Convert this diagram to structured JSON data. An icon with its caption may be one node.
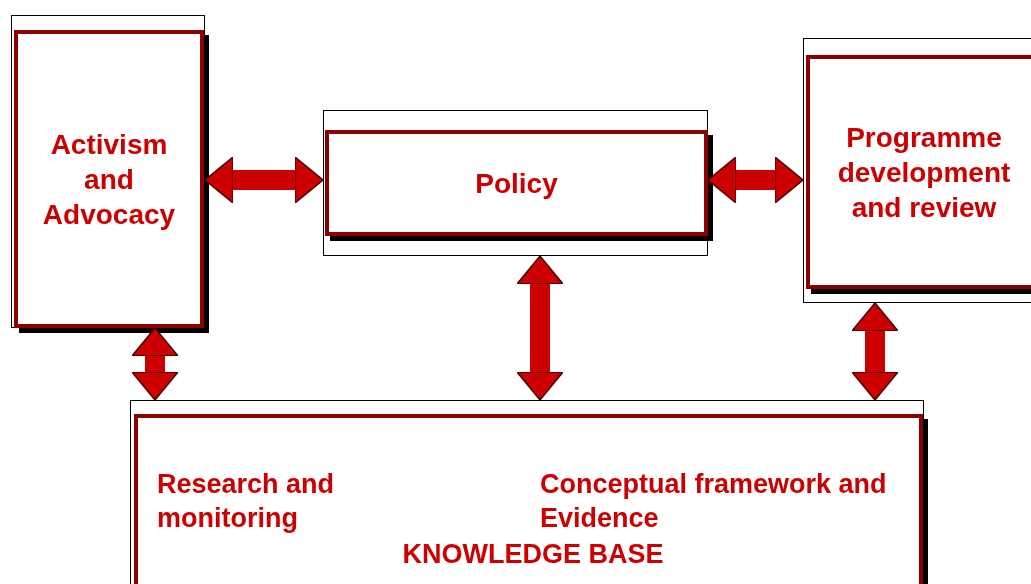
{
  "diagram": {
    "nodes": [
      {
        "text": [
          "Activism and Advocacy"
        ]
      },
      {
        "text": [
          "Policy"
        ]
      },
      {
        "text": [
          "Programme development and review"
        ]
      },
      {
        "text": [
          "Research and monitoring",
          "Conceptual framework and Evidence",
          "KNOWLEDGE BASE"
        ]
      }
    ],
    "edges": [
      {
        "from": 0,
        "to": 1,
        "arrow": "both"
      },
      {
        "from": 1,
        "to": 2,
        "arrow": "both"
      },
      {
        "from": 0,
        "to": 3,
        "arrow": "both"
      },
      {
        "from": 1,
        "to": 3,
        "arrow": "both"
      },
      {
        "from": 2,
        "to": 3,
        "arrow": "both"
      }
    ]
  }
}
